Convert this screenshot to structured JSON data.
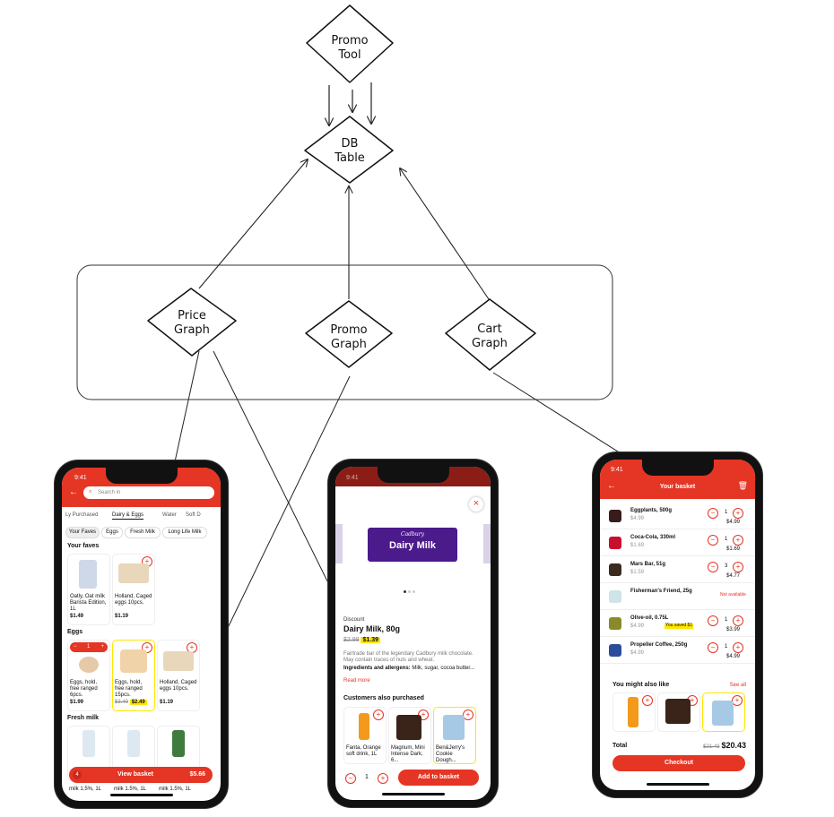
{
  "nodes": {
    "promo_tool": [
      "Promo",
      "Tool"
    ],
    "db_table": [
      "DB",
      "Table"
    ],
    "price_graph": [
      "Price",
      "Graph"
    ],
    "promo_graph": [
      "Promo",
      "Graph"
    ],
    "cart_graph": [
      "Cart",
      "Graph"
    ]
  },
  "phone1": {
    "time": "9:41",
    "search_placeholder": "Search in",
    "tabs": [
      "Ly Purchased",
      "Dairy & Eggs",
      "Water",
      "Soft D"
    ],
    "pills": [
      "Your Faves",
      "Eggs",
      "Fresh Milk",
      "Long Life Milk"
    ],
    "section_faves": "Your faves",
    "faves": [
      {
        "name": "Oatly, Oat milk Barista Edition, 1L",
        "price": "$1.49"
      },
      {
        "name": "Holland, Caged eggs 10pcs.",
        "price": "$1.19"
      }
    ],
    "section_eggs": "Eggs",
    "eggs": [
      {
        "name": "Eggs, hold, free ranged 6pcs.",
        "price": "$1.99",
        "qty": "1"
      },
      {
        "name": "Eggs, hold, free ranged 15pcs.",
        "old": "$3.49",
        "price": "$2.49"
      },
      {
        "name": "Holland, Caged eggs 10pcs.",
        "price": "$1.19"
      }
    ],
    "section_milk": "Fresh milk",
    "milk_labels": [
      "milk 1.5%, 1L",
      "milk 1.5%, 1L",
      "milk 1.5%, 1L"
    ],
    "basket_count": "4",
    "basket_label": "View basket",
    "basket_total": "$5.66"
  },
  "phone2": {
    "time": "9:41",
    "close": "×",
    "product_brand": "Cadbury",
    "product_wrapper": "Dairy Milk",
    "tag": "Discount",
    "title": "Dairy Milk, 80g",
    "old_price": "$2.99",
    "price": "$1.39",
    "description": "Fairtrade bar of the legendary Cadbury milk chocolate. May contain traces of nuts and wheat.",
    "ingredients_label": "Ingredients and allergens:",
    "ingredients": "Milk, sugar, cocoa butter...",
    "read_more": "Read more",
    "section_customers": "Customers also purchased",
    "also": [
      "Fanta, Orange soft drink, 1L",
      "Magnum, Mini Intense Dark, 6...",
      "Ben&Jerry's Cookie Dough..."
    ],
    "qty": "1",
    "add_label": "Add to basket"
  },
  "phone3": {
    "time": "9:41",
    "title": "Your basket",
    "items": [
      {
        "name": "Eggplants, 500g",
        "sub": "$4.99",
        "qty": "1",
        "total": "$4.99"
      },
      {
        "name": "Coca-Cola, 330ml",
        "sub": "$1.69",
        "qty": "1",
        "total": "$1.69"
      },
      {
        "name": "Mars Bar, 51g",
        "sub": "$1.59",
        "qty": "3",
        "total": "$4.77"
      },
      {
        "name": "Fisherman's Friend, 25g",
        "sub": "",
        "qty": "",
        "total": "",
        "note": "Not available"
      },
      {
        "name": "Olive-oil, 0.75L",
        "sub": "$4.99",
        "qty": "1",
        "total": "$3.99",
        "deal": "$3.99",
        "badge": "You saved $1"
      },
      {
        "name": "Propeller Coffee, 250g",
        "sub": "$4.99",
        "qty": "1",
        "total": "$4.99"
      }
    ],
    "section_like": "You might also like",
    "see_all": "See all",
    "total_label": "Total",
    "total_old": "$21.43",
    "total": "$20.43",
    "checkout": "Checkout"
  }
}
